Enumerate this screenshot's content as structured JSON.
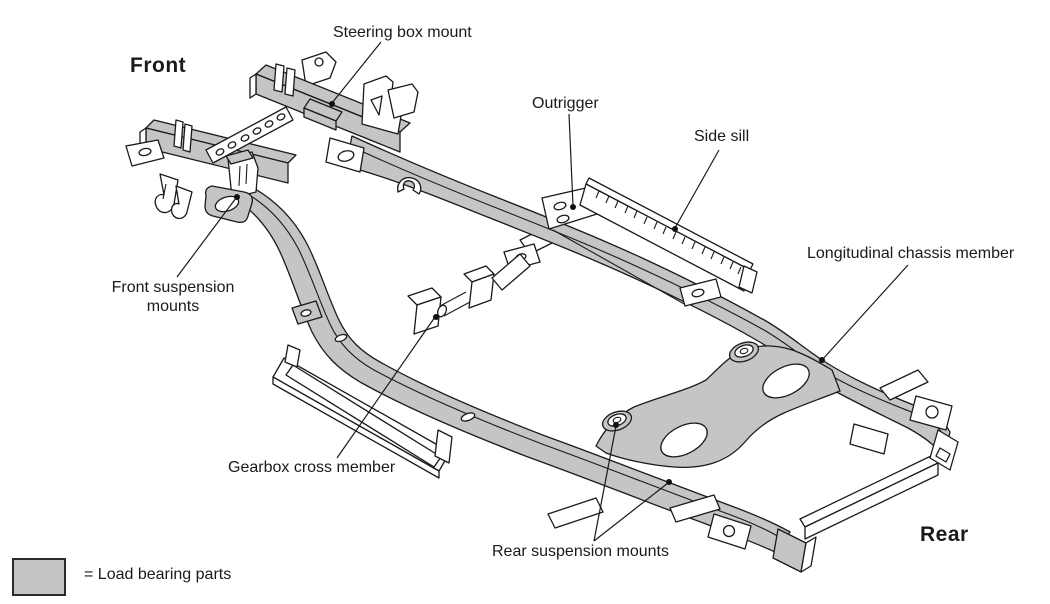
{
  "diagram": {
    "orientation": {
      "front": "Front",
      "rear": "Rear"
    },
    "labels": {
      "steering_box_mount": "Steering box mount",
      "outrigger": "Outrigger",
      "side_sill": "Side sill",
      "longitudinal_chassis_member": "Longitudinal chassis member",
      "front_suspension_mounts": "Front suspension mounts",
      "gearbox_cross_member": "Gearbox cross member",
      "rear_suspension_mounts": "Rear suspension mounts"
    },
    "legend": {
      "swatch_meaning": "= Load bearing parts"
    },
    "colors": {
      "load_bearing_fill": "#c5c5c5",
      "line": "#1a1a1a",
      "background": "#ffffff"
    }
  }
}
